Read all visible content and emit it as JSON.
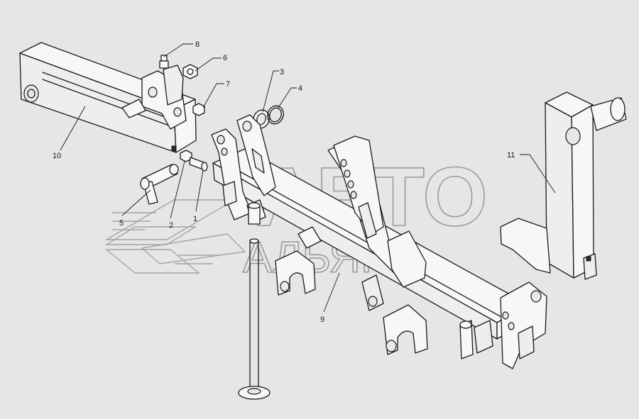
{
  "diagram": {
    "callouts": [
      {
        "id": "1",
        "label": "1"
      },
      {
        "id": "2",
        "label": "2"
      },
      {
        "id": "3",
        "label": "3"
      },
      {
        "id": "4",
        "label": "4"
      },
      {
        "id": "5",
        "label": "5"
      },
      {
        "id": "6",
        "label": "6"
      },
      {
        "id": "7",
        "label": "7"
      },
      {
        "id": "8",
        "label": "8"
      },
      {
        "id": "9",
        "label": "9"
      },
      {
        "id": "10",
        "label": "10"
      },
      {
        "id": "11",
        "label": "11"
      }
    ]
  },
  "watermark": {
    "line1": "АВТО",
    "line2": "АЛЬЯНС"
  },
  "colors": {
    "background": "#e6e6e6",
    "line": "#1a1a1a",
    "watermark": "#9a9a9a"
  }
}
